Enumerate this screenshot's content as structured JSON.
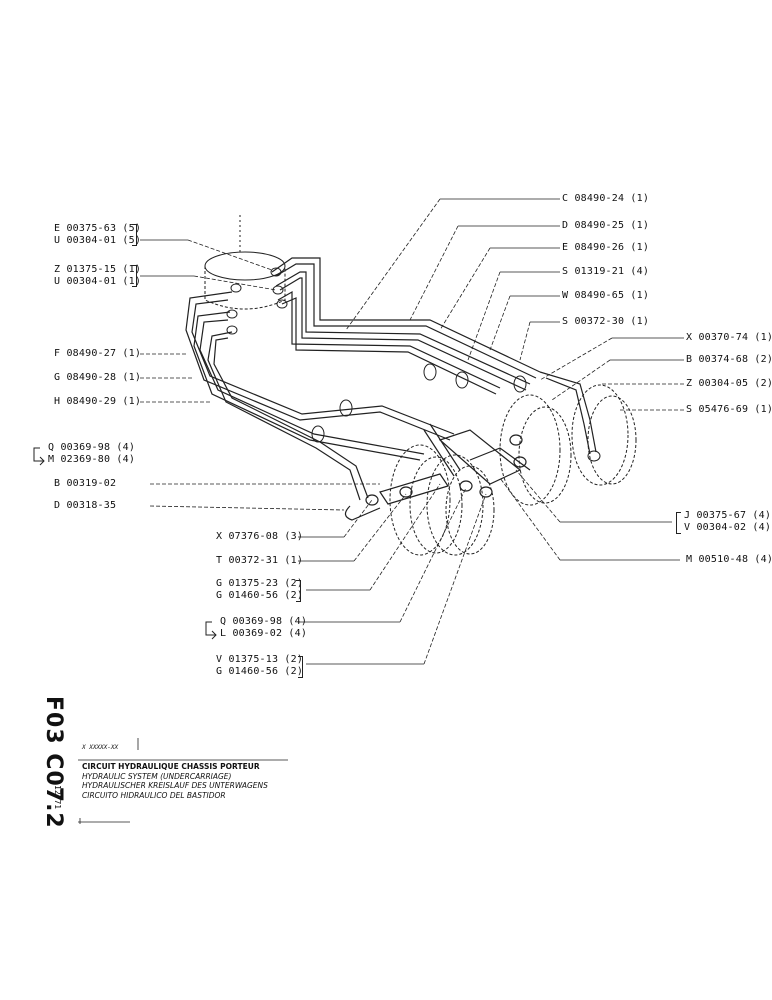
{
  "labels_right": [
    "C 08490-24 (1)",
    "D 08490-25 (1)",
    "E 08490-26 (1)",
    "S 01319-21 (4)",
    "W 08490-65 (1)",
    "S 00372-30 (1)",
    "X 00370-74 (1)",
    "B 00374-68 (2)",
    "Z 00304-05 (2)",
    "S 05476-69 (1)",
    "M 00510-48 (4)"
  ],
  "pair_right": [
    "J 00375-67 (4)",
    "V 00304-02 (4)"
  ],
  "pair_top1": [
    "E 00375-63 (5)",
    "U 00304-01 (5)"
  ],
  "pair_top2": [
    "Z 01375-15 (1)",
    "U 00304-01 (1)"
  ],
  "labels_left": [
    "F 08490-27 (1)",
    "G 08490-28 (1)",
    "H 08490-29 (1)"
  ],
  "arrow_pair1": [
    "Q 00369-98 (4)",
    "M 02369-80 (4)"
  ],
  "labels_left2": [
    "B 00319-02",
    "D 00318-35"
  ],
  "labels_mid": [
    "X 07376-08 (3)",
    "T 00372-31 (1)"
  ],
  "pair_mid1": [
    "G 01375-23 (2)",
    "G 01460-56 (2)"
  ],
  "arrow_pair2": [
    "Q 00369-98 (4)",
    "L 00369-02 (4)"
  ],
  "pair_mid2": [
    "V 01375-13 (2)",
    "G 01460-56 (2)"
  ],
  "vertical_code": "F03 C07.2",
  "vertical_date": "12-71",
  "title_ref": "X XXXXX-XX",
  "title_lines": [
    "CIRCUIT HYDRAULIQUE CHASSIS PORTEUR",
    "HYDRAULIC SYSTEM (UNDERCARRIAGE)",
    "HYDRAULISCHER KREISLAUF DES UNTERWAGENS",
    "CIRCUITO HIDRAULICO DEL BASTIDOR"
  ]
}
